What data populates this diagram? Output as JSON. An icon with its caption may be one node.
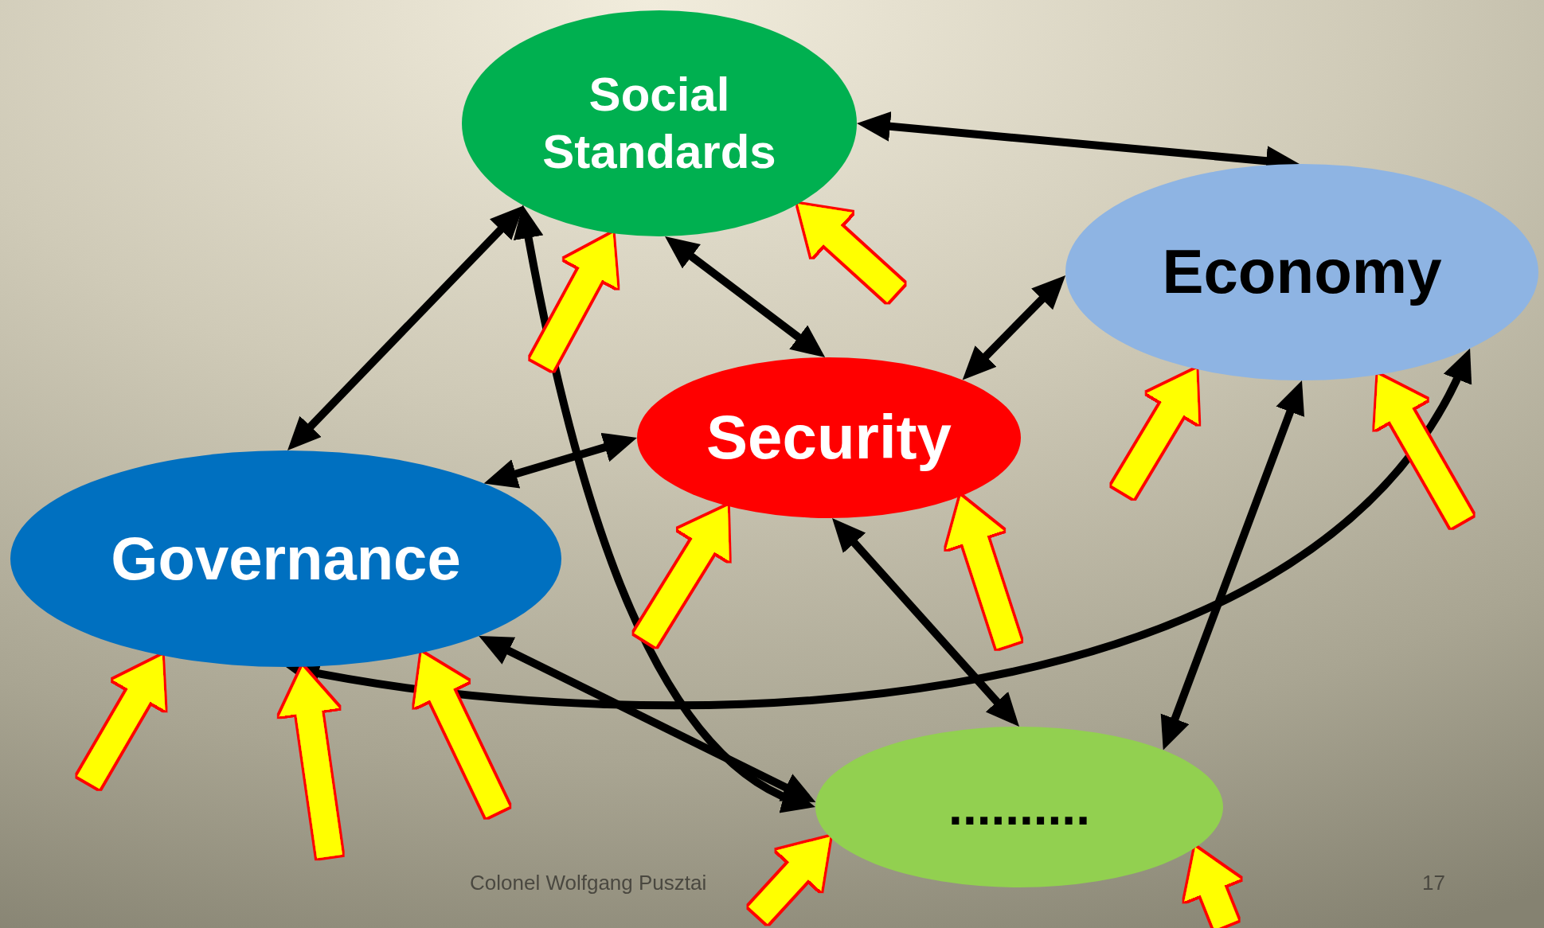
{
  "diagram": {
    "nodes": [
      {
        "text": [
          "Social Standards"
        ]
      },
      {
        "text": [
          "Economy"
        ]
      },
      {
        "text": [
          "Security"
        ]
      },
      {
        "text": [
          "Governance"
        ]
      },
      {
        "text": [
          ".........."
        ]
      }
    ],
    "edges": [
      {
        "from": 0,
        "to": 1,
        "arrow": "both",
        "color": "#000000"
      },
      {
        "from": 0,
        "to": 2,
        "arrow": "both",
        "color": "#000000"
      },
      {
        "from": 0,
        "to": 3,
        "arrow": "both",
        "color": "#000000"
      },
      {
        "from": 1,
        "to": 2,
        "arrow": "both",
        "color": "#000000"
      },
      {
        "from": 2,
        "to": 3,
        "arrow": "both",
        "color": "#000000"
      },
      {
        "from": 0,
        "to": 4,
        "arrow": "both",
        "color": "#000000"
      },
      {
        "from": 3,
        "to": 4,
        "arrow": "both",
        "color": "#000000"
      },
      {
        "from": 2,
        "to": 4,
        "arrow": "both",
        "color": "#000000"
      },
      {
        "from": 1,
        "to": 4,
        "arrow": "both",
        "color": "#000000"
      },
      {
        "from": 3,
        "to": 1,
        "arrow": "both",
        "color": "#000000"
      },
      {
        "from": null,
        "to": 0,
        "arrow": "to"
      },
      {
        "from": null,
        "to": 0,
        "arrow": "to"
      },
      {
        "from": null,
        "to": 1,
        "arrow": "to"
      },
      {
        "from": null,
        "to": 1,
        "arrow": "to"
      },
      {
        "from": null,
        "to": 2,
        "arrow": "to"
      },
      {
        "from": null,
        "to": 2,
        "arrow": "to"
      },
      {
        "from": null,
        "to": 3,
        "arrow": "to"
      },
      {
        "from": null,
        "to": 3,
        "arrow": "to"
      },
      {
        "from": null,
        "to": 3,
        "arrow": "to"
      },
      {
        "from": null,
        "to": 4,
        "arrow": "to"
      },
      {
        "from": null,
        "to": 4,
        "arrow": "to"
      }
    ],
    "labels": [
      "Colonel Wolfgang Pusztai",
      "17"
    ]
  }
}
